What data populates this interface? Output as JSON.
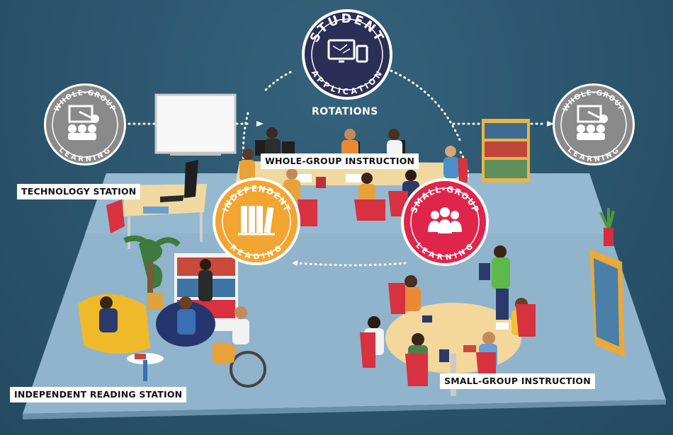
{
  "badges": {
    "whole_left": {
      "top": "WHOLE-GROUP",
      "bottom": "LEARNING"
    },
    "student": {
      "top": "STUDENT",
      "bottom": "APPLICATION"
    },
    "whole_right": {
      "top": "WHOLE-GROUP",
      "bottom": "LEARNING"
    },
    "independent": {
      "top": "INDEPENDENT",
      "bottom": "READING"
    },
    "small_group": {
      "top": "SMALL-GROUP",
      "bottom": "LEARNING"
    }
  },
  "rotations_title": "ROTATIONS",
  "station_labels": {
    "whole_group": "WHOLE-GROUP INSTRUCTION",
    "technology": "TECHNOLOGY STATION",
    "independent_station": "INDEPENDENT READING STATION",
    "small_group": "SMALL-GROUP INSTRUCTION"
  },
  "colors": {
    "background": "#2c566e",
    "floor": "#8fb4cc",
    "navy_badge": "#2b2f55",
    "gray_badge": "#8a8a8a",
    "orange_badge": "#f2a531",
    "pink_badge": "#e0254d",
    "table": "#f0d9a0",
    "chair_red": "#d8313f",
    "chair_yellow": "#f0b92a"
  },
  "icons": {
    "whole_left": "teacher-presenting-icon",
    "student": "devices-icon",
    "whole_right": "teacher-presenting-icon",
    "independent": "books-icon",
    "small_group": "group-people-icon"
  }
}
